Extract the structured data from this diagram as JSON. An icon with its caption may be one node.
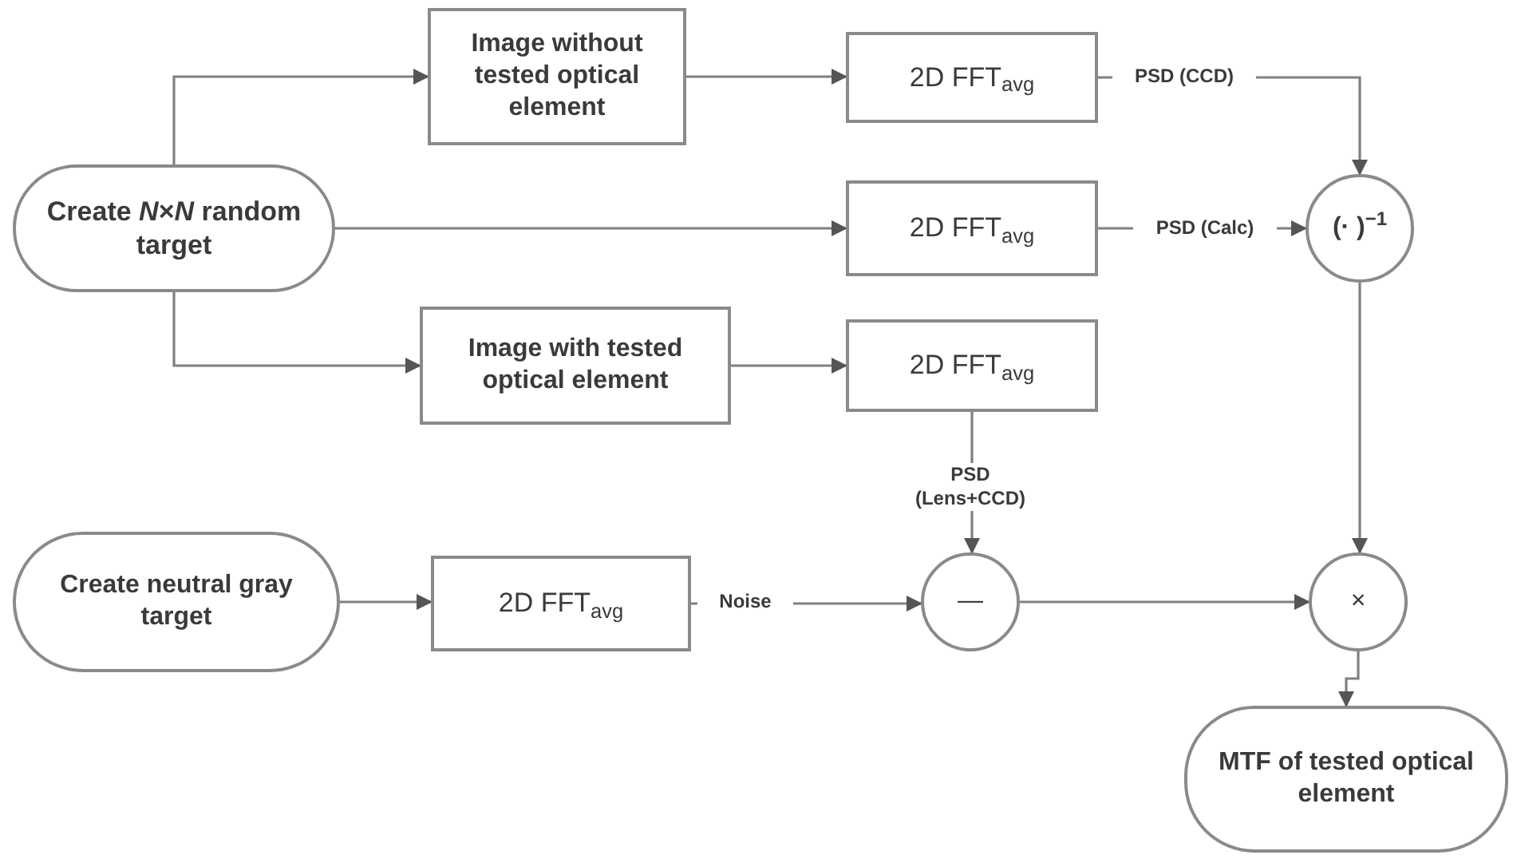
{
  "diagram": {
    "nodes": [
      {
        "text": [
          "Create *N*×*N* random target"
        ]
      },
      {
        "text": [
          "Image without tested optical element"
        ]
      },
      {
        "text": [
          "2D FFT$_{avg}$"
        ]
      },
      {
        "text": [
          "2D FFT$_{avg}$"
        ]
      },
      {
        "text": [
          "Image with tested optical element"
        ]
      },
      {
        "text": [
          "2D FFT$_{avg}$"
        ]
      },
      {
        "text": [
          "(· )$^{−1}$"
        ]
      },
      {
        "text": [
          "Create neutral gray target"
        ]
      },
      {
        "text": [
          "2D FFT$_{avg}$"
        ]
      },
      {
        "text": [
          "—"
        ]
      },
      {
        "text": [
          "×"
        ]
      },
      {
        "text": [
          "MTF of tested optical element"
        ]
      }
    ],
    "edges": [
      {
        "from": 0,
        "to": 1,
        "arrow": "to"
      },
      {
        "from": 0,
        "to": 3,
        "arrow": "to"
      },
      {
        "from": 0,
        "to": 4,
        "arrow": "to"
      },
      {
        "from": 1,
        "to": 2,
        "arrow": "to"
      },
      {
        "from": 4,
        "to": 5,
        "arrow": "to"
      },
      {
        "from": 2,
        "to": 6,
        "arrow": "to",
        "label": "PSD (CCD)"
      },
      {
        "from": 3,
        "to": 6,
        "arrow": "to",
        "label": "PSD (Calc)"
      },
      {
        "from": 5,
        "to": 9,
        "arrow": "to",
        "label": "PSD (Lens+CCD)"
      },
      {
        "from": 7,
        "to": 8,
        "arrow": "to"
      },
      {
        "from": 8,
        "to": 9,
        "arrow": "to",
        "label": "Noise"
      },
      {
        "from": 9,
        "to": 10,
        "arrow": "to"
      },
      {
        "from": 6,
        "to": 10,
        "arrow": "to"
      },
      {
        "from": 10,
        "to": 11,
        "arrow": "to"
      }
    ]
  }
}
